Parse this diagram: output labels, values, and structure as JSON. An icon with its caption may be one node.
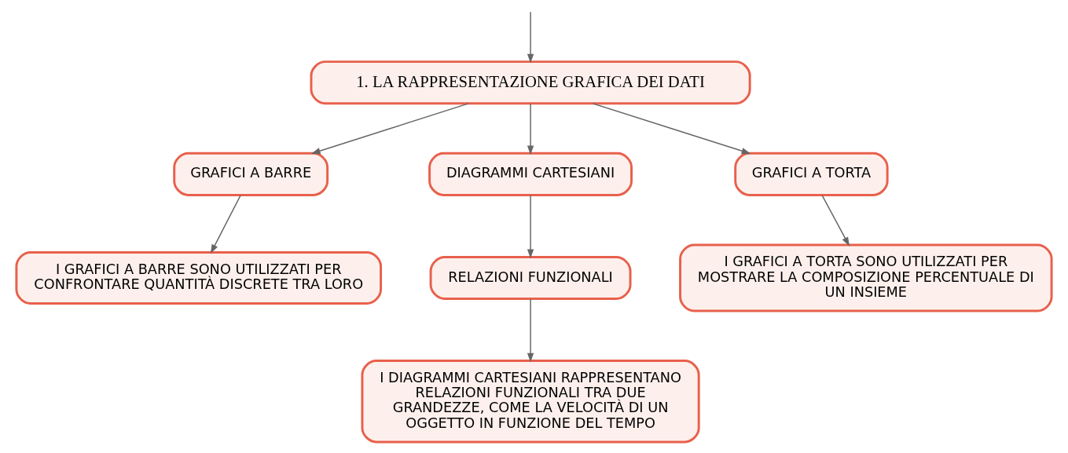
{
  "diagram": {
    "nodes": [
      {
        "text": [
          "1. LA RAPPRESENTAZIONE GRAFICA DEI DATI"
        ]
      },
      {
        "text": [
          "GRAFICI A BARRE"
        ]
      },
      {
        "text": [
          "DIAGRAMMI CARTESIANI"
        ]
      },
      {
        "text": [
          "GRAFICI A TORTA"
        ]
      },
      {
        "text": [
          "I GRAFICI A BARRE SONO UTILIZZATI PER CONFRONTARE QUANTITÀ DISCRETE TRA LORO"
        ]
      },
      {
        "text": [
          "RELAZIONI FUNZIONALI"
        ]
      },
      {
        "text": [
          "I GRAFICI A TORTA SONO UTILIZZATI PER MOSTRARE LA COMPOSIZIONE PERCENTUALE DI UN INSIEME"
        ]
      },
      {
        "text": [
          "I DIAGRAMMI CARTESIANI RAPPRESENTANO RELAZIONI FUNZIONALI TRA DUE GRANDEZZE, COME LA VELOCITÀ DI UN OGGETTO IN FUNZIONE DEL TEMPO"
        ]
      }
    ],
    "edges": [
      {
        "from": null,
        "to": 0,
        "arrow": "to"
      },
      {
        "from": 0,
        "to": 1,
        "arrow": "to"
      },
      {
        "from": 0,
        "to": 2,
        "arrow": "to"
      },
      {
        "from": 0,
        "to": 3,
        "arrow": "to"
      },
      {
        "from": 1,
        "to": 4,
        "arrow": "to"
      },
      {
        "from": 2,
        "to": 5,
        "arrow": "to"
      },
      {
        "from": 3,
        "to": 6,
        "arrow": "to"
      },
      {
        "from": 5,
        "to": 7,
        "arrow": "to"
      }
    ]
  }
}
